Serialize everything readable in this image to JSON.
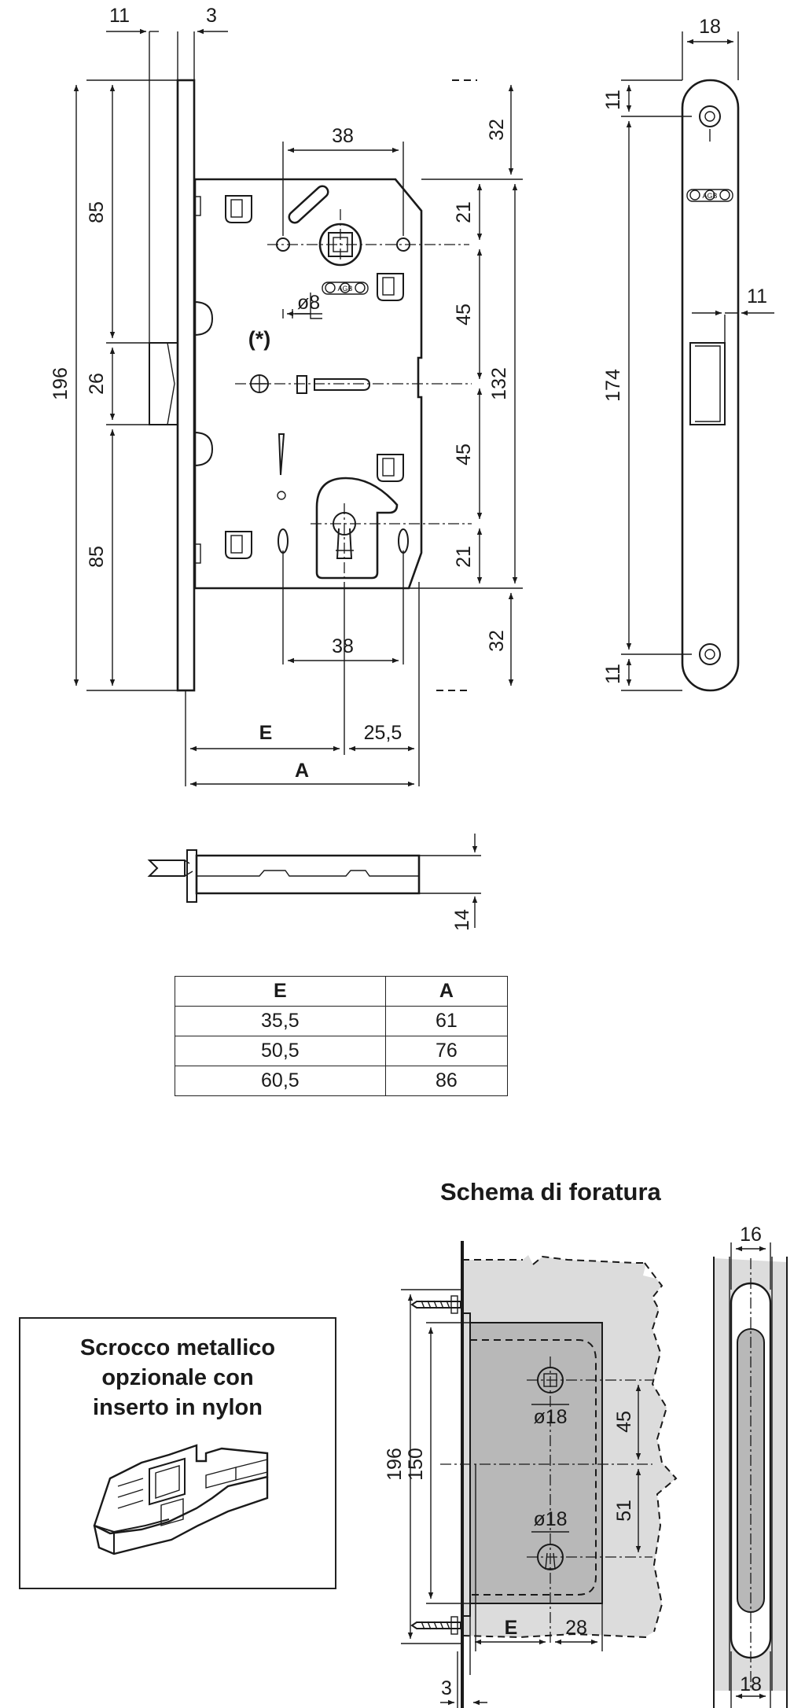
{
  "main_view": {
    "dims": {
      "top_11": "11",
      "top_3": "3",
      "d_38_top": "38",
      "d_32_top": "32",
      "d_21_top": "21",
      "d_45_top": "45",
      "d_45_bottom": "45",
      "d_21_bottom": "21",
      "d_32_bottom": "32",
      "d_132": "132",
      "d_196": "196",
      "d_85_top": "85",
      "d_26": "26",
      "d_85_bottom": "85",
      "d_38_bottom": "38",
      "phi8": "ø8",
      "note_star": "(*)",
      "label_E": "E",
      "label_A": "A",
      "d_25_5": "25,5"
    },
    "logo": "AGB"
  },
  "faceplate_view": {
    "d_18": "18",
    "d_11_top": "11",
    "d_174": "174",
    "d_11_side": "11",
    "d_11_bottom": "11",
    "logo": "AGB"
  },
  "section_view": {
    "d_14": "14"
  },
  "size_table": {
    "headers": [
      "E",
      "A"
    ],
    "rows": [
      [
        "35,5",
        "61"
      ],
      [
        "50,5",
        "76"
      ],
      [
        "60,5",
        "86"
      ]
    ]
  },
  "drilling_scheme": {
    "title": "Schema di foratura",
    "dims": {
      "d_196": "196",
      "d_150": "150",
      "phi18_top": "ø18",
      "d_45": "45",
      "phi18_bottom": "ø18",
      "d_51": "51",
      "label_E": "E",
      "d_28": "28",
      "d_3": "3",
      "d_16": "16",
      "d_18": "18"
    }
  },
  "note": {
    "lines": [
      "Scrocco metallico",
      "opzionale con",
      "inserto in nylon"
    ]
  }
}
